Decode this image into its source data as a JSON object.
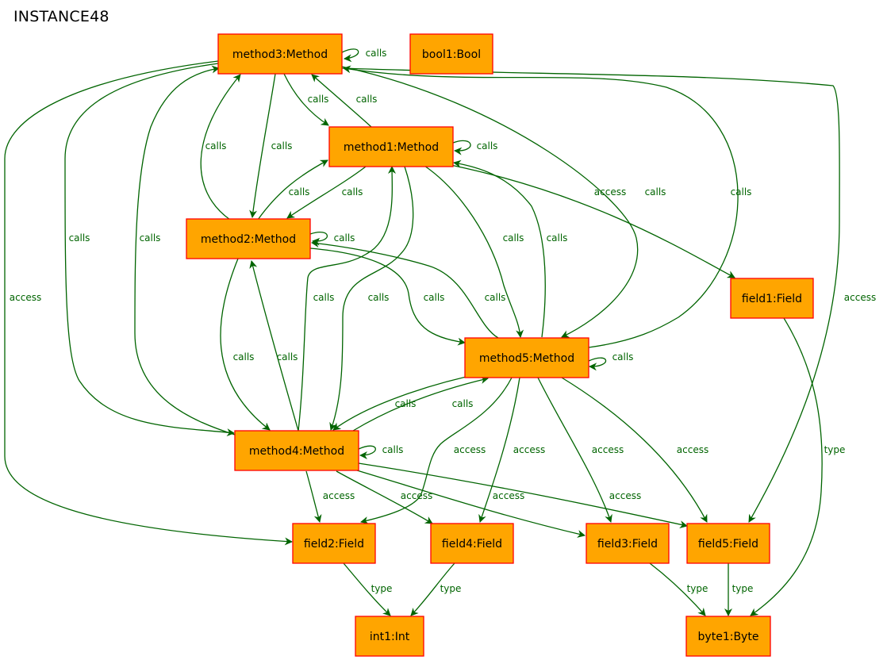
{
  "title": "INSTANCE48",
  "colors": {
    "node_fill": "#FFA500",
    "node_stroke": "#FF0000",
    "edge": "#006400"
  },
  "nodes": {
    "method3": "method3:Method",
    "bool1": "bool1:Bool",
    "method1": "method1:Method",
    "method2": "method2:Method",
    "field1": "field1:Field",
    "method5": "method5:Method",
    "method4": "method4:Method",
    "field2": "field2:Field",
    "field4": "field4:Field",
    "field3": "field3:Field",
    "field5": "field5:Field",
    "int1": "int1:Int",
    "byte1": "byte1:Byte"
  },
  "edges": [
    {
      "from": "method3",
      "to": "method3",
      "label": "calls"
    },
    {
      "from": "method3",
      "to": "method1",
      "label": "calls"
    },
    {
      "from": "method1",
      "to": "method3",
      "label": "calls"
    },
    {
      "from": "method1",
      "to": "method1",
      "label": "calls"
    },
    {
      "from": "method2",
      "to": "method3",
      "label": "calls"
    },
    {
      "from": "method3",
      "to": "method2",
      "label": "calls"
    },
    {
      "from": "method2",
      "to": "method1",
      "label": "calls"
    },
    {
      "from": "method1",
      "to": "method2",
      "label": "calls"
    },
    {
      "from": "method1",
      "to": "field1",
      "label": "access"
    },
    {
      "from": "method3",
      "to": "method5",
      "label": "calls"
    },
    {
      "from": "method5",
      "to": "method3",
      "label": "calls"
    },
    {
      "from": "method3",
      "to": "field5",
      "label": "access"
    },
    {
      "from": "method3",
      "to": "method4",
      "label": "calls"
    },
    {
      "from": "method4",
      "to": "method3",
      "label": "calls"
    },
    {
      "from": "method3",
      "to": "field2",
      "label": "access"
    },
    {
      "from": "method2",
      "to": "method2",
      "label": "calls"
    },
    {
      "from": "method1",
      "to": "method5",
      "label": "calls"
    },
    {
      "from": "method5",
      "to": "method1",
      "label": "calls"
    },
    {
      "from": "method4",
      "to": "method1",
      "label": "calls"
    },
    {
      "from": "method1",
      "to": "method4",
      "label": "calls"
    },
    {
      "from": "method2",
      "to": "method5",
      "label": "calls"
    },
    {
      "from": "method5",
      "to": "method2",
      "label": "calls"
    },
    {
      "from": "method2",
      "to": "method4",
      "label": "calls"
    },
    {
      "from": "method4",
      "to": "method2",
      "label": "calls"
    },
    {
      "from": "method5",
      "to": "method5",
      "label": "calls"
    },
    {
      "from": "method5",
      "to": "method4",
      "label": "calls"
    },
    {
      "from": "method4",
      "to": "method5",
      "label": "calls"
    },
    {
      "from": "method5",
      "to": "field2",
      "label": "access"
    },
    {
      "from": "method5",
      "to": "field4",
      "label": "access"
    },
    {
      "from": "method5",
      "to": "field3",
      "label": "access"
    },
    {
      "from": "method5",
      "to": "field5",
      "label": "access"
    },
    {
      "from": "method4",
      "to": "method4",
      "label": "calls"
    },
    {
      "from": "method4",
      "to": "field2",
      "label": "access"
    },
    {
      "from": "method4",
      "to": "field4",
      "label": "access"
    },
    {
      "from": "method4",
      "to": "field3",
      "label": "access"
    },
    {
      "from": "method4",
      "to": "field5",
      "label": "access"
    },
    {
      "from": "field1",
      "to": "byte1",
      "label": "type"
    },
    {
      "from": "field2",
      "to": "int1",
      "label": "type"
    },
    {
      "from": "field4",
      "to": "int1",
      "label": "type"
    },
    {
      "from": "field3",
      "to": "byte1",
      "label": "type"
    },
    {
      "from": "field5",
      "to": "byte1",
      "label": "type"
    }
  ]
}
